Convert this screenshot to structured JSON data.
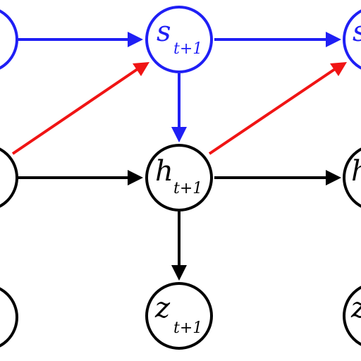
{
  "colors": {
    "state": "#1f1ff5",
    "hidden": "#000000",
    "observation": "#000000",
    "cross_edge": "#f01414",
    "background": "#ffffff"
  },
  "nodes": {
    "s_t1": {
      "main": "s",
      "sub": "t+1"
    },
    "s_t2": {
      "main": "s"
    },
    "h_t0": {
      "main": ""
    },
    "h_t1": {
      "main": "h",
      "sub": "t+1"
    },
    "h_t2": {
      "main": "h"
    },
    "z_t1": {
      "main": "z",
      "sub": "t+1"
    },
    "z_t2": {
      "main": "z"
    }
  }
}
